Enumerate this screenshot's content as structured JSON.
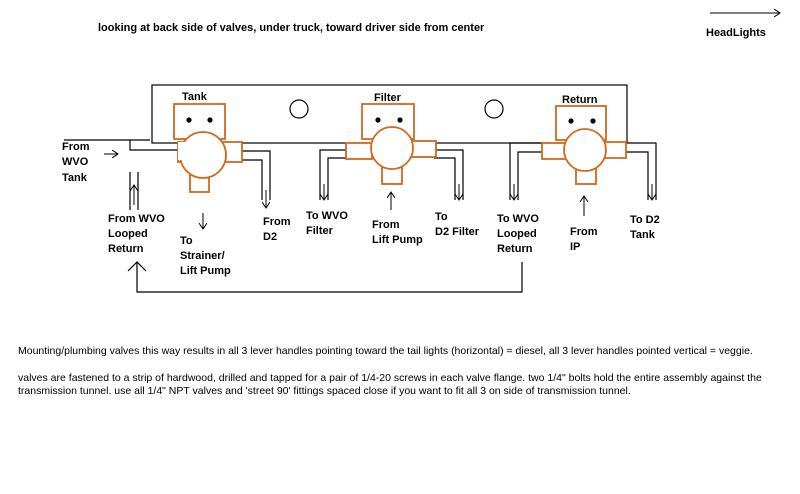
{
  "diagram": {
    "title": "looking at back side of valves, under truck, toward driver side from center",
    "headlights": "HeadLights",
    "valves": [
      {
        "name": "Tank"
      },
      {
        "name": "Filter"
      },
      {
        "name": "Return"
      }
    ],
    "labels": {
      "from_wvo_tank": [
        "From",
        "WVO",
        "Tank"
      ],
      "from_wvo_looped_return_left": [
        "From WVO",
        "Looped",
        "Return"
      ],
      "to_strainer_lift_pump": [
        "To",
        "Strainer/",
        "Lift Pump"
      ],
      "from_d2": [
        "From",
        "D2"
      ],
      "to_wvo_filter": [
        "To WVO",
        "Filter"
      ],
      "from_lift_pump": [
        "From",
        "Lift Pump"
      ],
      "to_d2_filter": [
        "To",
        "D2 Filter"
      ],
      "to_wvo_looped_return": [
        "To WVO",
        "Looped",
        "Return"
      ],
      "from_ip": [
        "From",
        "IP"
      ],
      "to_d2_tank": [
        "To D2",
        "Tank"
      ]
    }
  },
  "notes": [
    "Mounting/plumbing valves this way results in all 3 lever handles pointing toward the tail lights (horizontal) = diesel, all 3 lever handles pointed vertical = veggie.",
    "valves are fastened to a strip of hardwood, drilled and tapped for a pair of 1/4-20 screws in each valve flange.  two 1/4\" bolts hold the entire assembly against the transmission tunnel.  use all 1/4\" NPT valves and 'street 90' fittings spaced close if you want to fit all 3 on side of transmission tunnel."
  ]
}
